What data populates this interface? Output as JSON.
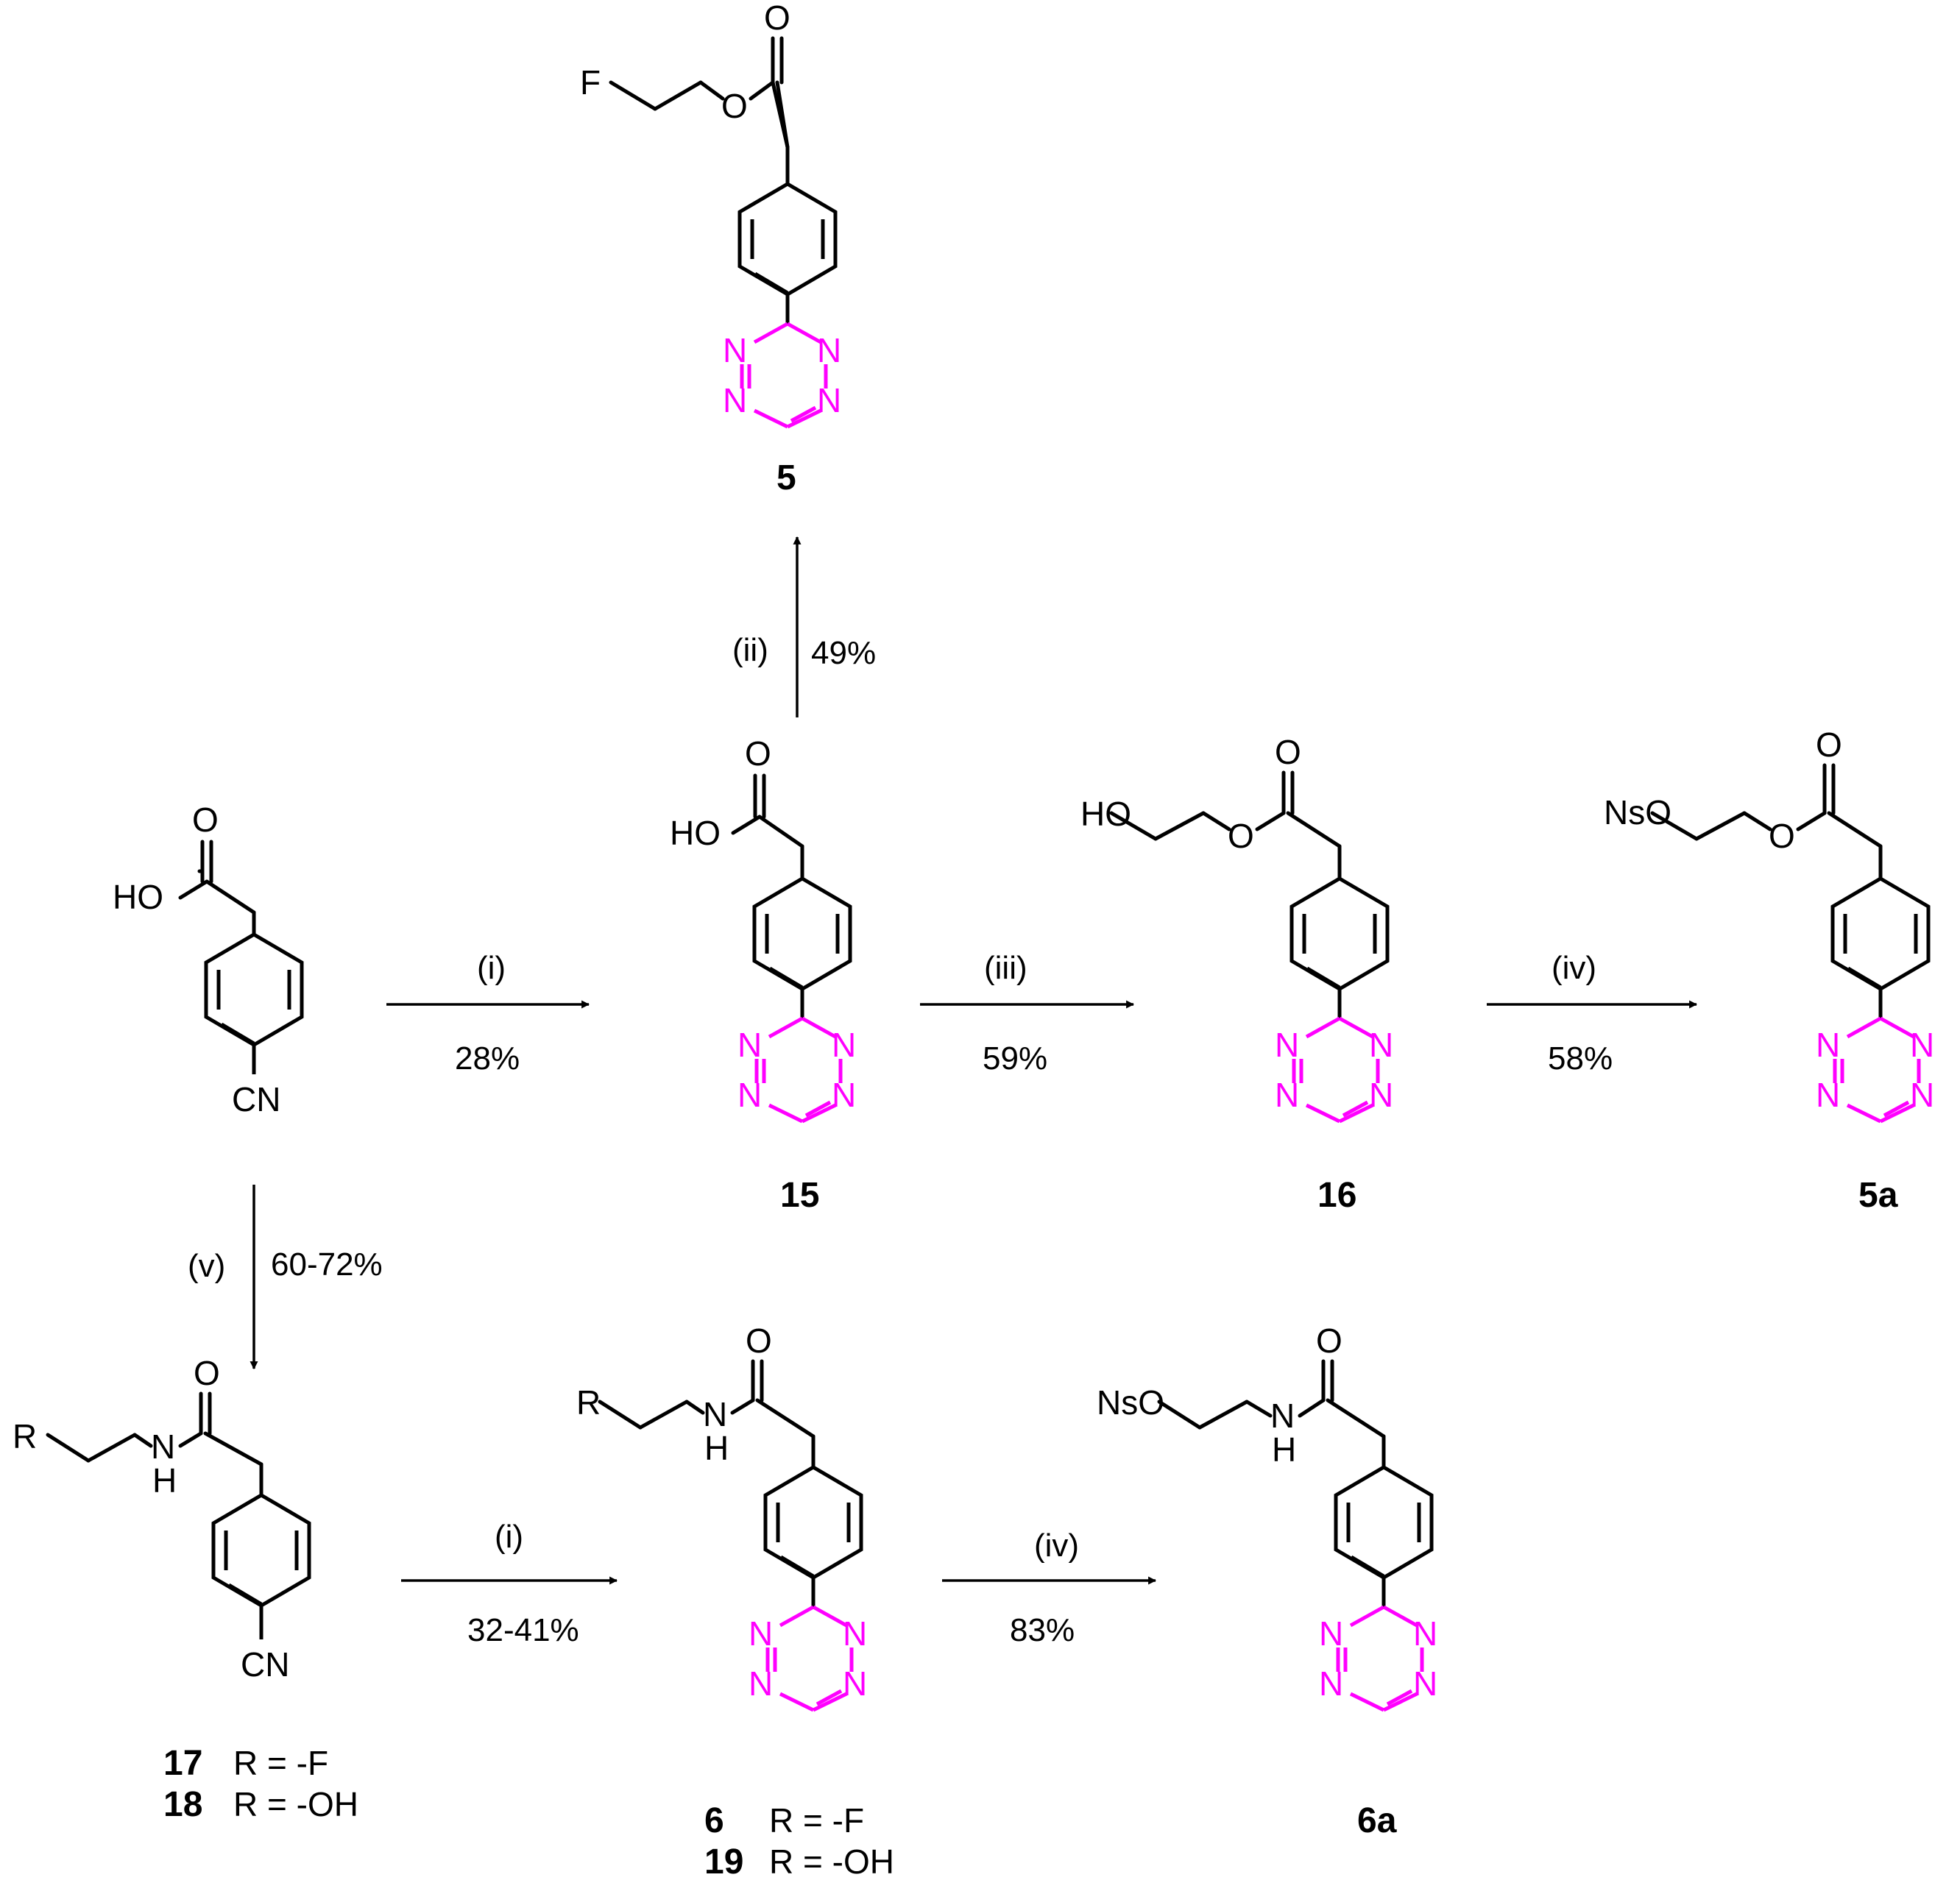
{
  "colors": {
    "bond": "#000000",
    "tetrazine": "#ff00ff",
    "background": "#ffffff"
  },
  "atoms": {
    "o": "O",
    "ho": "HO",
    "f": "F",
    "cn": "CN",
    "n": "N",
    "h": "H",
    "r": "R",
    "nso": "NsO"
  },
  "compounds": {
    "c5": "5",
    "c15": "15",
    "c16": "16",
    "c5a": "5a",
    "c17": "17",
    "c18": "18",
    "c6": "6",
    "c19": "19",
    "c6a": "6a"
  },
  "substituents": {
    "r_f": "R = -F",
    "r_oh": "R = -OH"
  },
  "conditions": {
    "step_top_reagent": "(ii)",
    "step_top_yield": "49%",
    "step_a_reagent": "(i)",
    "step_a_yield": "28%",
    "step_b_reagent": "(iii)",
    "step_b_yield": "59%",
    "step_c_reagent": "(iv)",
    "step_c_yield": "58%",
    "step_down_reagent": "(v)",
    "step_down_yield": "60-72%",
    "step_d_reagent": "(i)",
    "step_d_yield": "32-41%",
    "step_e_reagent": "(iv)",
    "step_e_yield": "83%"
  }
}
